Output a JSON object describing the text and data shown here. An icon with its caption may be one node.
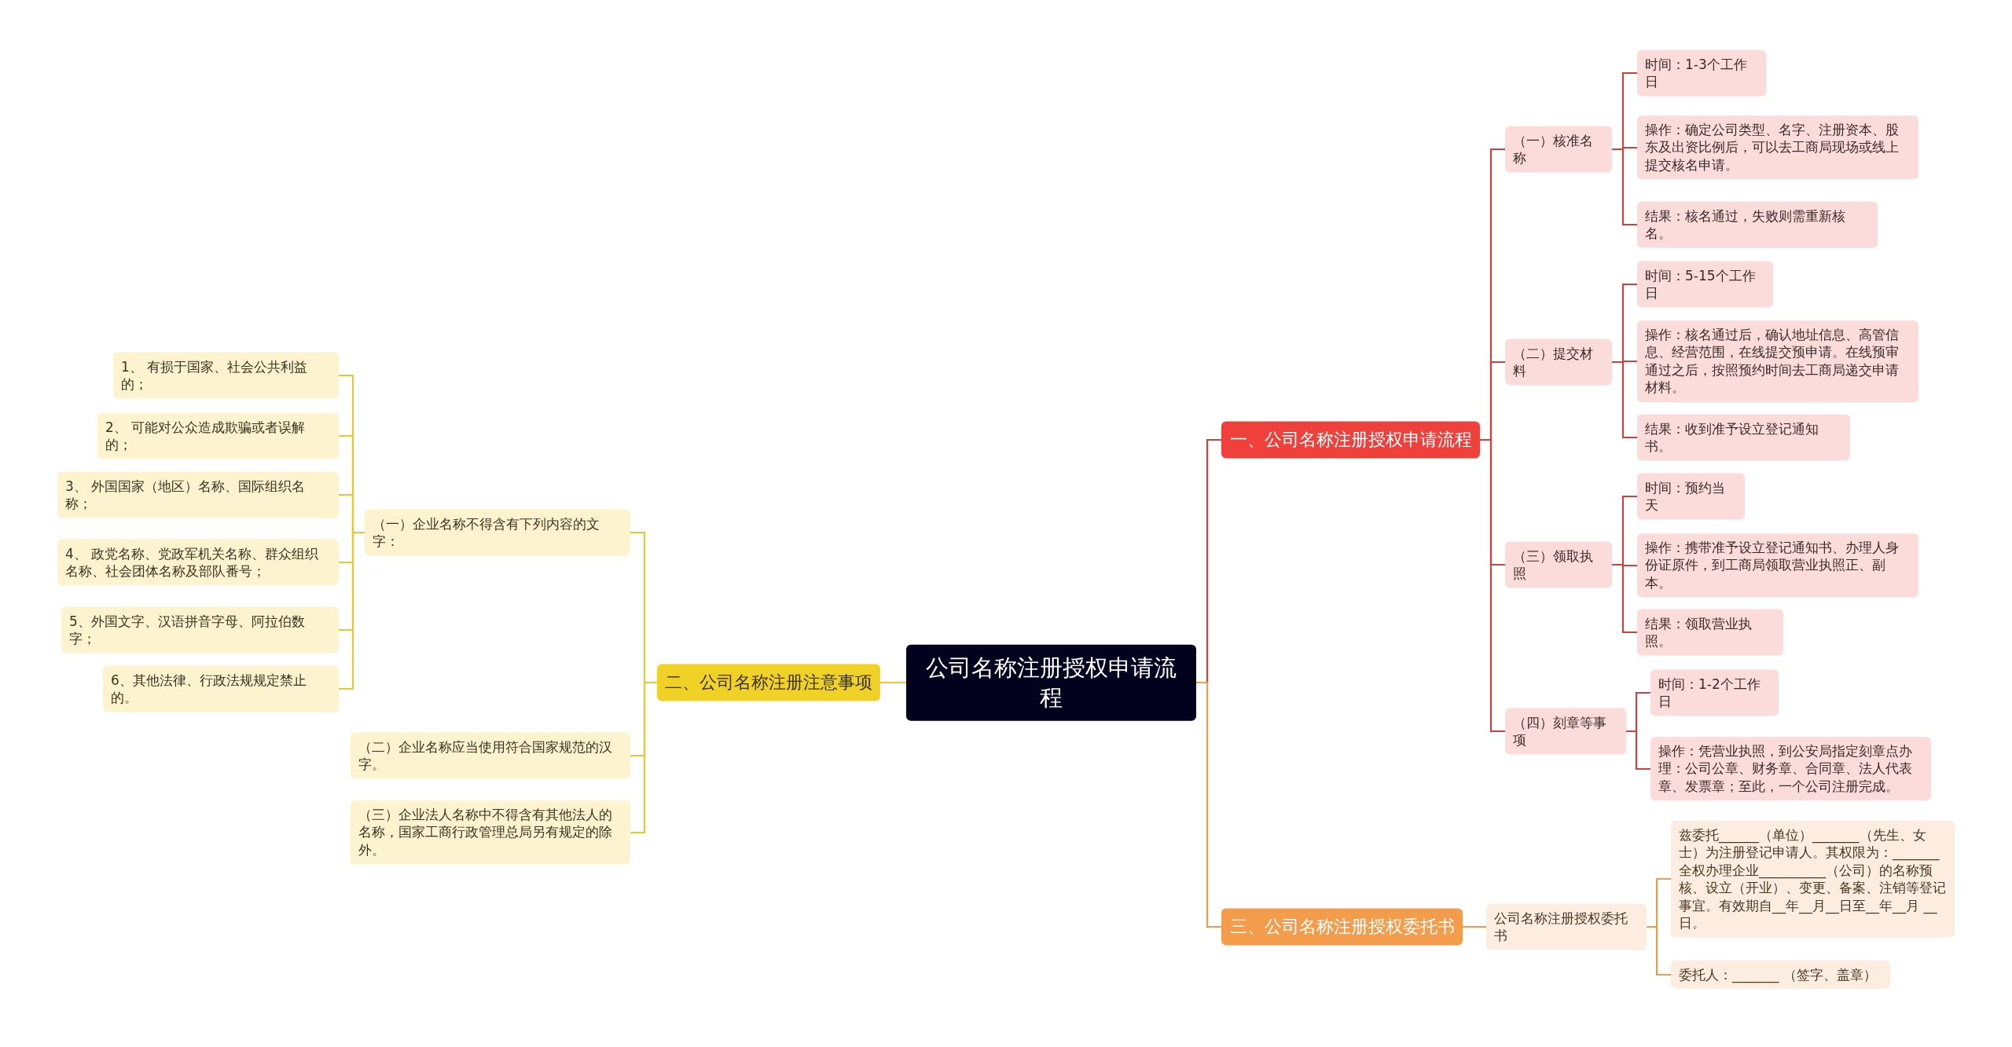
{
  "diagram": {
    "nodes": [
      {
        "text": [
          "公司名称注册授权申请流程"
        ]
      },
      {
        "text": [
          "一、公司名称注册授权申请流程"
        ]
      },
      {
        "text": [
          "（一）核准名称"
        ]
      },
      {
        "text": [
          "时间：1-3个工作日"
        ]
      },
      {
        "text": [
          "操作：确定公司类型、名字、注册资本、股东及出资比例后，可以去工商局现场或线上提交核名申请。"
        ]
      },
      {
        "text": [
          "结果：核名通过，失败则需重新核名。"
        ]
      },
      {
        "text": [
          "（二）提交材料"
        ]
      },
      {
        "text": [
          "时间：5-15个工作日"
        ]
      },
      {
        "text": [
          "操作：核名通过后，确认地址信息、高管信息、经营范围，在线提交预申请。在线预审通过之后，按照预约时间去工商局递交申请材料。"
        ]
      },
      {
        "text": [
          "结果：收到准予设立登记通知书。"
        ]
      },
      {
        "text": [
          "（三）领取执照"
        ]
      },
      {
        "text": [
          "时间：预约当天"
        ]
      },
      {
        "text": [
          "操作：携带准予设立登记通知书、办理人身份证原件，到工商局领取营业执照正、副本。"
        ]
      },
      {
        "text": [
          "结果：领取营业执照。"
        ]
      },
      {
        "text": [
          "（四）刻章等事项"
        ]
      },
      {
        "text": [
          "时间：1-2个工作日"
        ]
      },
      {
        "text": [
          "操作：凭营业执照，到公安局指定刻章点办理：公司公章、财务章、合同章、法人代表章、发票章；至此，一个公司注册完成。"
        ]
      },
      {
        "text": [
          "二、公司名称注册注意事项"
        ]
      },
      {
        "text": [
          "（一）企业名称不得含有下列内容的文字："
        ]
      },
      {
        "text": [
          "1、 有损于国家、社会公共利益的；"
        ]
      },
      {
        "text": [
          "2、 可能对公众造成欺骗或者误解的；"
        ]
      },
      {
        "text": [
          "3、 外国国家（地区）名称、国际组织名称；"
        ]
      },
      {
        "text": [
          "4、 政党名称、党政军机关名称、群众组织名称、社会团体名称及部队番号；"
        ]
      },
      {
        "text": [
          "5、外国文字、汉语拼音字母、阿拉伯数字；"
        ]
      },
      {
        "text": [
          "6、其他法律、行政法规规定禁止的。"
        ]
      },
      {
        "text": [
          "（二）企业名称应当使用符合国家规范的汉字。"
        ]
      },
      {
        "text": [
          "（三）企业法人名称中不得含有其他法人的名称，国家工商行政管理总局另有规定的除外。"
        ]
      },
      {
        "text": [
          "三、公司名称注册授权委托书"
        ]
      },
      {
        "text": [
          "公司名称注册授权委托书"
        ]
      },
      {
        "text": [
          "兹委托______（单位）_______（先生、女士）为注册登记申请人。其权限为：_______全权办理企业__________（公司）的名称预核、设立（开业）、变更、备案、注销等登记事宜。有效期自__年__月__日至__年__月 __日。"
        ]
      },
      {
        "text": [
          "委托人：_______ （签字、盖章）"
        ]
      }
    ],
    "edges": [
      {
        "from": 0,
        "to": 1,
        "arrow": "none"
      },
      {
        "from": 1,
        "to": 2,
        "arrow": "none"
      },
      {
        "from": 2,
        "to": 3,
        "arrow": "none"
      },
      {
        "from": 2,
        "to": 4,
        "arrow": "none"
      },
      {
        "from": 2,
        "to": 5,
        "arrow": "none"
      },
      {
        "from": 1,
        "to": 6,
        "arrow": "none"
      },
      {
        "from": 6,
        "to": 7,
        "arrow": "none"
      },
      {
        "from": 6,
        "to": 8,
        "arrow": "none"
      },
      {
        "from": 6,
        "to": 9,
        "arrow": "none"
      },
      {
        "from": 1,
        "to": 10,
        "arrow": "none"
      },
      {
        "from": 10,
        "to": 11,
        "arrow": "none"
      },
      {
        "from": 10,
        "to": 12,
        "arrow": "none"
      },
      {
        "from": 10,
        "to": 13,
        "arrow": "none"
      },
      {
        "from": 1,
        "to": 14,
        "arrow": "none"
      },
      {
        "from": 14,
        "to": 15,
        "arrow": "none"
      },
      {
        "from": 14,
        "to": 16,
        "arrow": "none"
      },
      {
        "from": 0,
        "to": 17,
        "arrow": "none",
        "color": "#e8c832"
      },
      {
        "from": 17,
        "to": 18,
        "arrow": "none",
        "color": "#e8c832"
      },
      {
        "from": 18,
        "to": 19,
        "arrow": "none",
        "color": "#e8c832"
      },
      {
        "from": 18,
        "to": 20,
        "arrow": "none",
        "color": "#e8c832"
      },
      {
        "from": 18,
        "to": 21,
        "arrow": "none",
        "color": "#e8c832"
      },
      {
        "from": 18,
        "to": 22,
        "arrow": "none",
        "color": "#e8c832"
      },
      {
        "from": 18,
        "to": 23,
        "arrow": "none",
        "color": "#e8c832"
      },
      {
        "from": 18,
        "to": 24,
        "arrow": "none",
        "color": "#e8c832"
      },
      {
        "from": 17,
        "to": 25,
        "arrow": "none",
        "color": "#e8c832"
      },
      {
        "from": 17,
        "to": 26,
        "arrow": "none",
        "color": "#e8c832"
      },
      {
        "from": 0,
        "to": 27,
        "arrow": "none",
        "color": "#ee9b4a"
      },
      {
        "from": 27,
        "to": 28,
        "arrow": "none",
        "color": "#ee9b4a"
      },
      {
        "from": 28,
        "to": 29,
        "arrow": "none",
        "color": "#ee9b4a"
      },
      {
        "from": 28,
        "to": 30,
        "arrow": "none",
        "color": "#ee9b4a"
      }
    ]
  }
}
